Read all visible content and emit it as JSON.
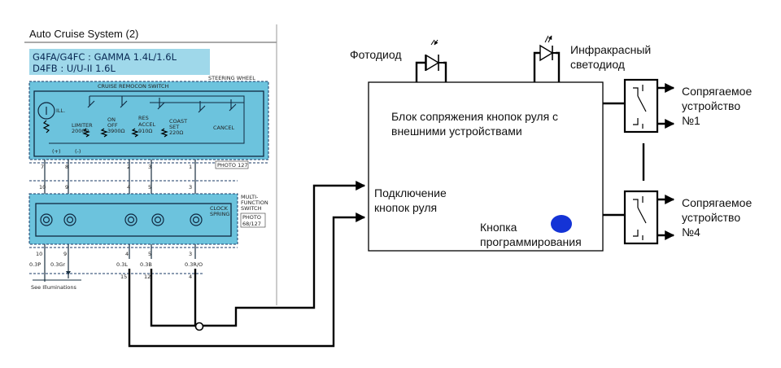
{
  "schematic": {
    "title": "Auto Cruise System (2)",
    "engine_line1": "G4FA/G4FC : GAMMA 1.4L/1.6L",
    "engine_line2": "D4FB : U/U-II 1.6L",
    "steering_wheel": "STEERING WHEEL",
    "remocon_switch": "CRUISE REMOCON SWITCH",
    "ill": "ILL.",
    "limiter": "LIMITER",
    "limiter_res": "2000Ω",
    "on_off_1": "ON",
    "on_off_2": "OFF",
    "on_off_res": "3900Ω",
    "res_accel_1": "RES",
    "res_accel_2": "ACCEL",
    "res_accel_res": "910Ω",
    "coast_set_1": "COAST",
    "coast_set_2": "SET",
    "coast_set_res": "220Ω",
    "cancel": "CANCEL",
    "plus": "(+)",
    "minus": "(-)",
    "photo_top": "PHOTO 127",
    "pins_top": [
      "7",
      "8",
      "2",
      "3",
      "1"
    ],
    "pins_mid": [
      "10",
      "9",
      "4",
      "5",
      "3"
    ],
    "mf_switch_1": "MULTI-",
    "mf_switch_2": "FUNCTION",
    "mf_switch_3": "SWITCH",
    "clock_spring_1": "CLOCK",
    "clock_spring_2": "SPRING",
    "photo_mid_1": "PHOTO",
    "photo_mid_2": "68/127",
    "pins_low": [
      "10",
      "9",
      "4",
      "5",
      "3"
    ],
    "wires": [
      "0.3P",
      "0.3Gr",
      "0.3L",
      "0.3B",
      "0.3R/O"
    ],
    "pins_bottom": [
      "15",
      "12",
      "4"
    ],
    "see_illuminations": "See Illuminations"
  },
  "labels": {
    "photodiode": "Фотодиод",
    "ir_led_1": "Инфракрасный",
    "ir_led_2": "светодиод",
    "block_1": "Блок сопряжения кнопок руля с",
    "block_2": "внешними устройствами",
    "connect_1": "Подключение",
    "connect_2": "кнопок руля",
    "button_1": "Кнопка",
    "button_2": "программирования",
    "device1_1": "Сопрягаемое",
    "device1_2": "устройство",
    "device1_3": "№1",
    "device4_1": "Сопрягаемое",
    "device4_2": "устройство",
    "device4_3": "№4"
  },
  "colors": {
    "schematic_fill": "#6cc3dd",
    "engine_box": "#9fd8ea",
    "button": "#1433d6"
  }
}
